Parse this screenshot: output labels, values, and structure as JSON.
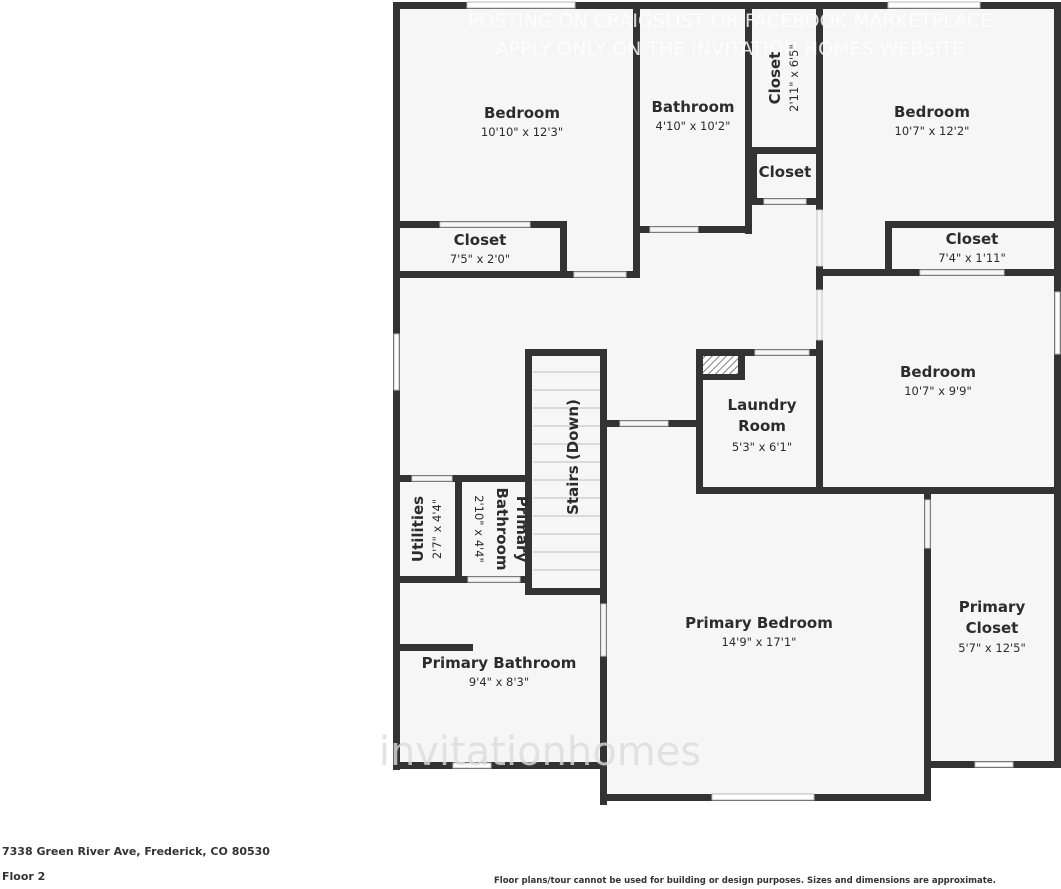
{
  "watermark": {
    "line1": "POSTING ON CRAIGSLIST OR FACEBOOK MARKETPLACE",
    "line2": "APPLY ONLY ON THE INVITATION HOMES WEBSITE",
    "logo": "invitationhomes"
  },
  "rooms": {
    "bedroom_nw": {
      "name": "Bedroom",
      "dims": "10'10\" x 12'3\""
    },
    "bathroom": {
      "name": "Bathroom",
      "dims": "4'10\" x 10'2\""
    },
    "closet_top": {
      "name": "Closet",
      "dims": "2'11\" x 6'5\""
    },
    "bedroom_ne": {
      "name": "Bedroom",
      "dims": "10'7\" x 12'2\""
    },
    "closet_small": {
      "name": "Closet"
    },
    "closet_nw": {
      "name": "Closet",
      "dims": "7'5\" x 2'0\""
    },
    "closet_ne": {
      "name": "Closet",
      "dims": "7'4\" x 1'11\""
    },
    "bedroom_e": {
      "name": "Bedroom",
      "dims": "10'7\" x 9'9\""
    },
    "laundry": {
      "name_line1": "Laundry",
      "name_line2": "Room",
      "dims": "5'3\" x 6'1\""
    },
    "stairs": {
      "name": "Stairs (Down)"
    },
    "utilities": {
      "name": "Utilities",
      "dims": "2'7\" x 4'4\""
    },
    "primary_bath_small": {
      "name_line1": "Primary",
      "name_line2": "Bathroom",
      "dims": "2'10\" x 4'4\""
    },
    "primary_bedroom": {
      "name": "Primary Bedroom",
      "dims": "14'9\" x 17'1\""
    },
    "primary_closet": {
      "name_line1": "Primary",
      "name_line2": "Closet",
      "dims": "5'7\" x 12'5\""
    },
    "primary_bathroom": {
      "name": "Primary Bathroom",
      "dims": "9'4\" x 8'3\""
    }
  },
  "footer": {
    "address": "7338 Green River Ave, Frederick, CO 80530",
    "floor": "Floor 2",
    "disclaimer": "Floor plans/tour cannot be used for building or design purposes. Sizes and dimensions are approximate."
  }
}
